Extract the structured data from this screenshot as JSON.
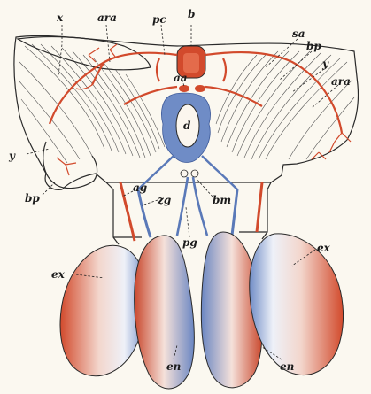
{
  "labels": {
    "x": "x",
    "ara_top": "ara",
    "pc": "pc",
    "b": "b",
    "sa": "sa",
    "bp_right": "bp",
    "y_right": "y",
    "ara_right": "ara",
    "aa": "aa",
    "d": "d",
    "y_left": "y",
    "bp_left": "bp",
    "ag": "ag",
    "zg": "zg",
    "bm": "bm",
    "pg": "pg",
    "ex_left": "ex",
    "ex_right": "ex",
    "en_left": "en",
    "en_right": "en"
  },
  "colors": {
    "arterial": "#d24a2c",
    "venous": "#5a79b8",
    "ink": "#1b1b1b",
    "paper": "#fbf8f0"
  }
}
